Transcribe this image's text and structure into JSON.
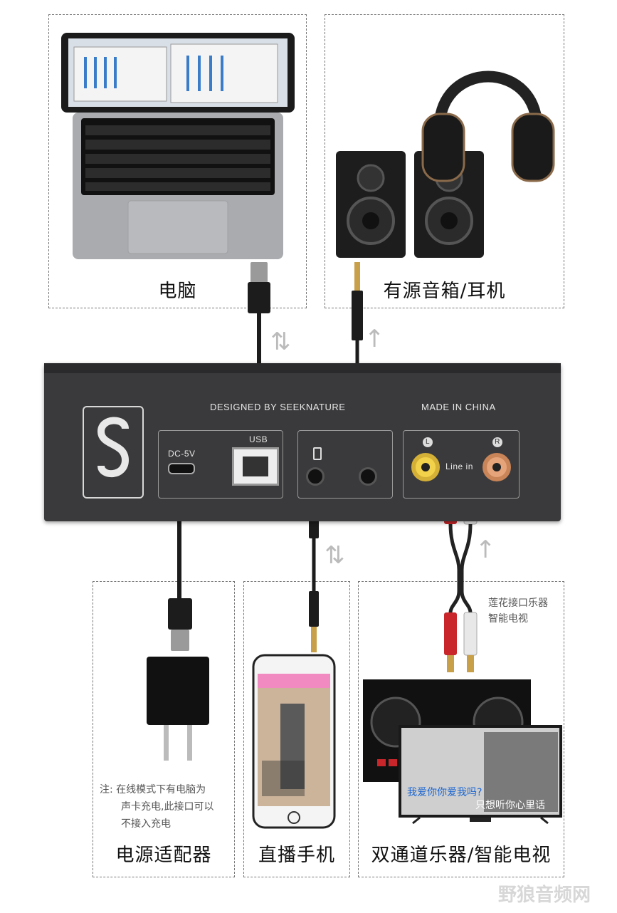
{
  "boxes": {
    "computer": "电脑",
    "speakers": "有源音箱/耳机",
    "adapter": "电源适配器",
    "phone": "直播手机",
    "instruments": "双通道乐器/智能电视"
  },
  "device": {
    "designed_by": "DESIGNED BY SEEKNATURE",
    "made_in": "MADE IN CHINA",
    "dc_label": "DC-5V",
    "usb_label": "USB",
    "line_in": "Line in",
    "left": "L",
    "right": "R"
  },
  "notes": {
    "rca": [
      "莲花接口乐器",
      "智能电视"
    ],
    "charge": [
      "注: 在线模式下有电脑为",
      "声卡充电,此接口可以",
      "不接入充电"
    ]
  },
  "tv": {
    "lyric_1": "我爱你你爱我吗?",
    "lyric_2": "只想听你心里话"
  },
  "arrows": {
    "usb": "⇅",
    "out": "↑",
    "phone": "⇅",
    "rca": "↑"
  },
  "watermark": "野狼音频网",
  "colors": {
    "device": "#3a3a3c",
    "box_border": "#777777",
    "rca_red": "#c8262a",
    "rca_white": "#e8e8e8",
    "usb_gold": "#d4a24a"
  }
}
